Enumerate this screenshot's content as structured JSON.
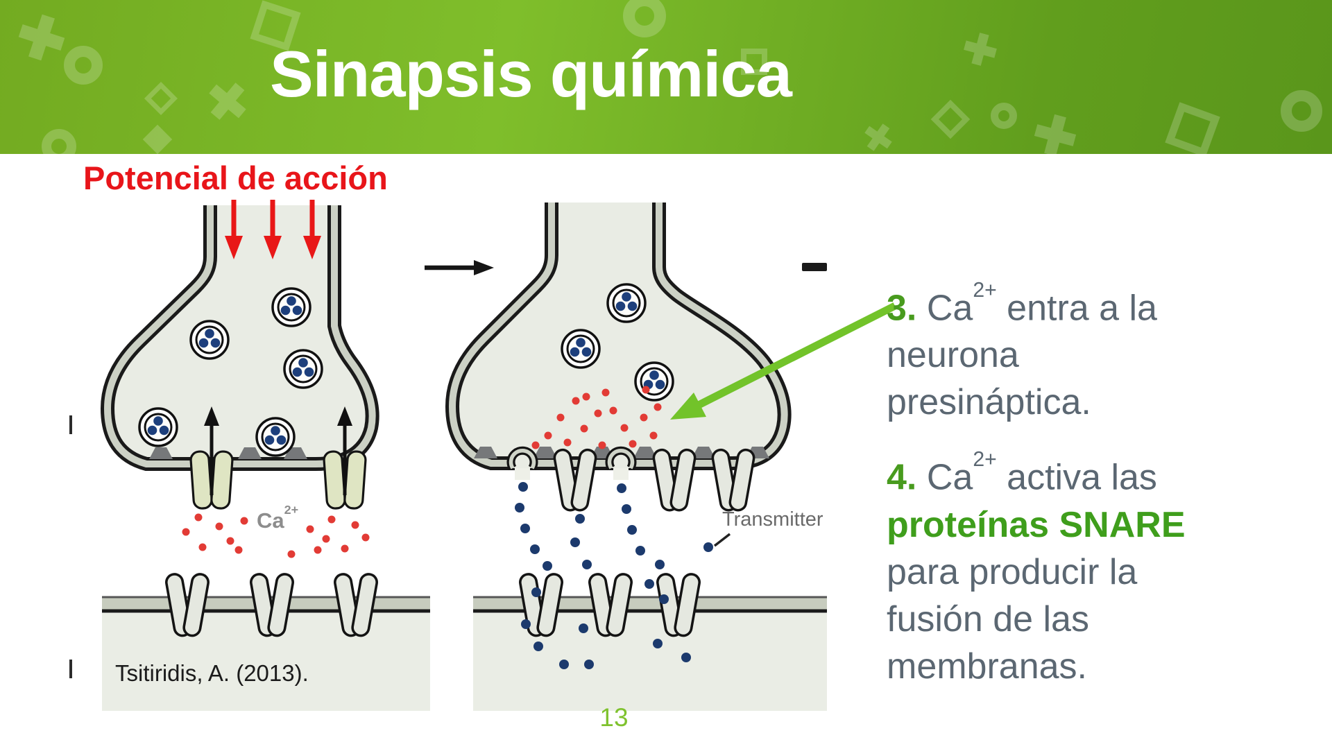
{
  "slide": {
    "title": "Sinapsis química",
    "page_number": "13"
  },
  "figure": {
    "action_potential_label": "Potencial de acción",
    "ca_label_base": "Ca",
    "ca_label_sup": "2+",
    "transmitter_label": "Transmitter",
    "citation": "Tsitiridis, A. (2013)."
  },
  "bullets": [
    {
      "number": "3.",
      "ion_base": "Ca",
      "ion_sup": "2+",
      "text_after_ion": " entra a la neurona presináptica.",
      "highlight": "",
      "text_end": ""
    },
    {
      "number": "4.",
      "ion_base": "Ca",
      "ion_sup": "2+",
      "text_after_ion": " activa las ",
      "highlight": "proteínas SNARE",
      "text_end": " para producir la fusión de las membranas."
    }
  ],
  "colors": {
    "header_green_left": "#73ab21",
    "header_green_mid": "#7fbe2b",
    "header_green_right": "#5a961b",
    "accent_green": "#72c32a",
    "number_green": "#489b1e",
    "snare_green": "#3f9e1c",
    "body_gray": "#5b6772",
    "red": "#e8151a",
    "page_number_green": "#7fc22e",
    "vesicle_navy": "#1d3f7c",
    "channel_khaki": "#dfe5c3"
  }
}
